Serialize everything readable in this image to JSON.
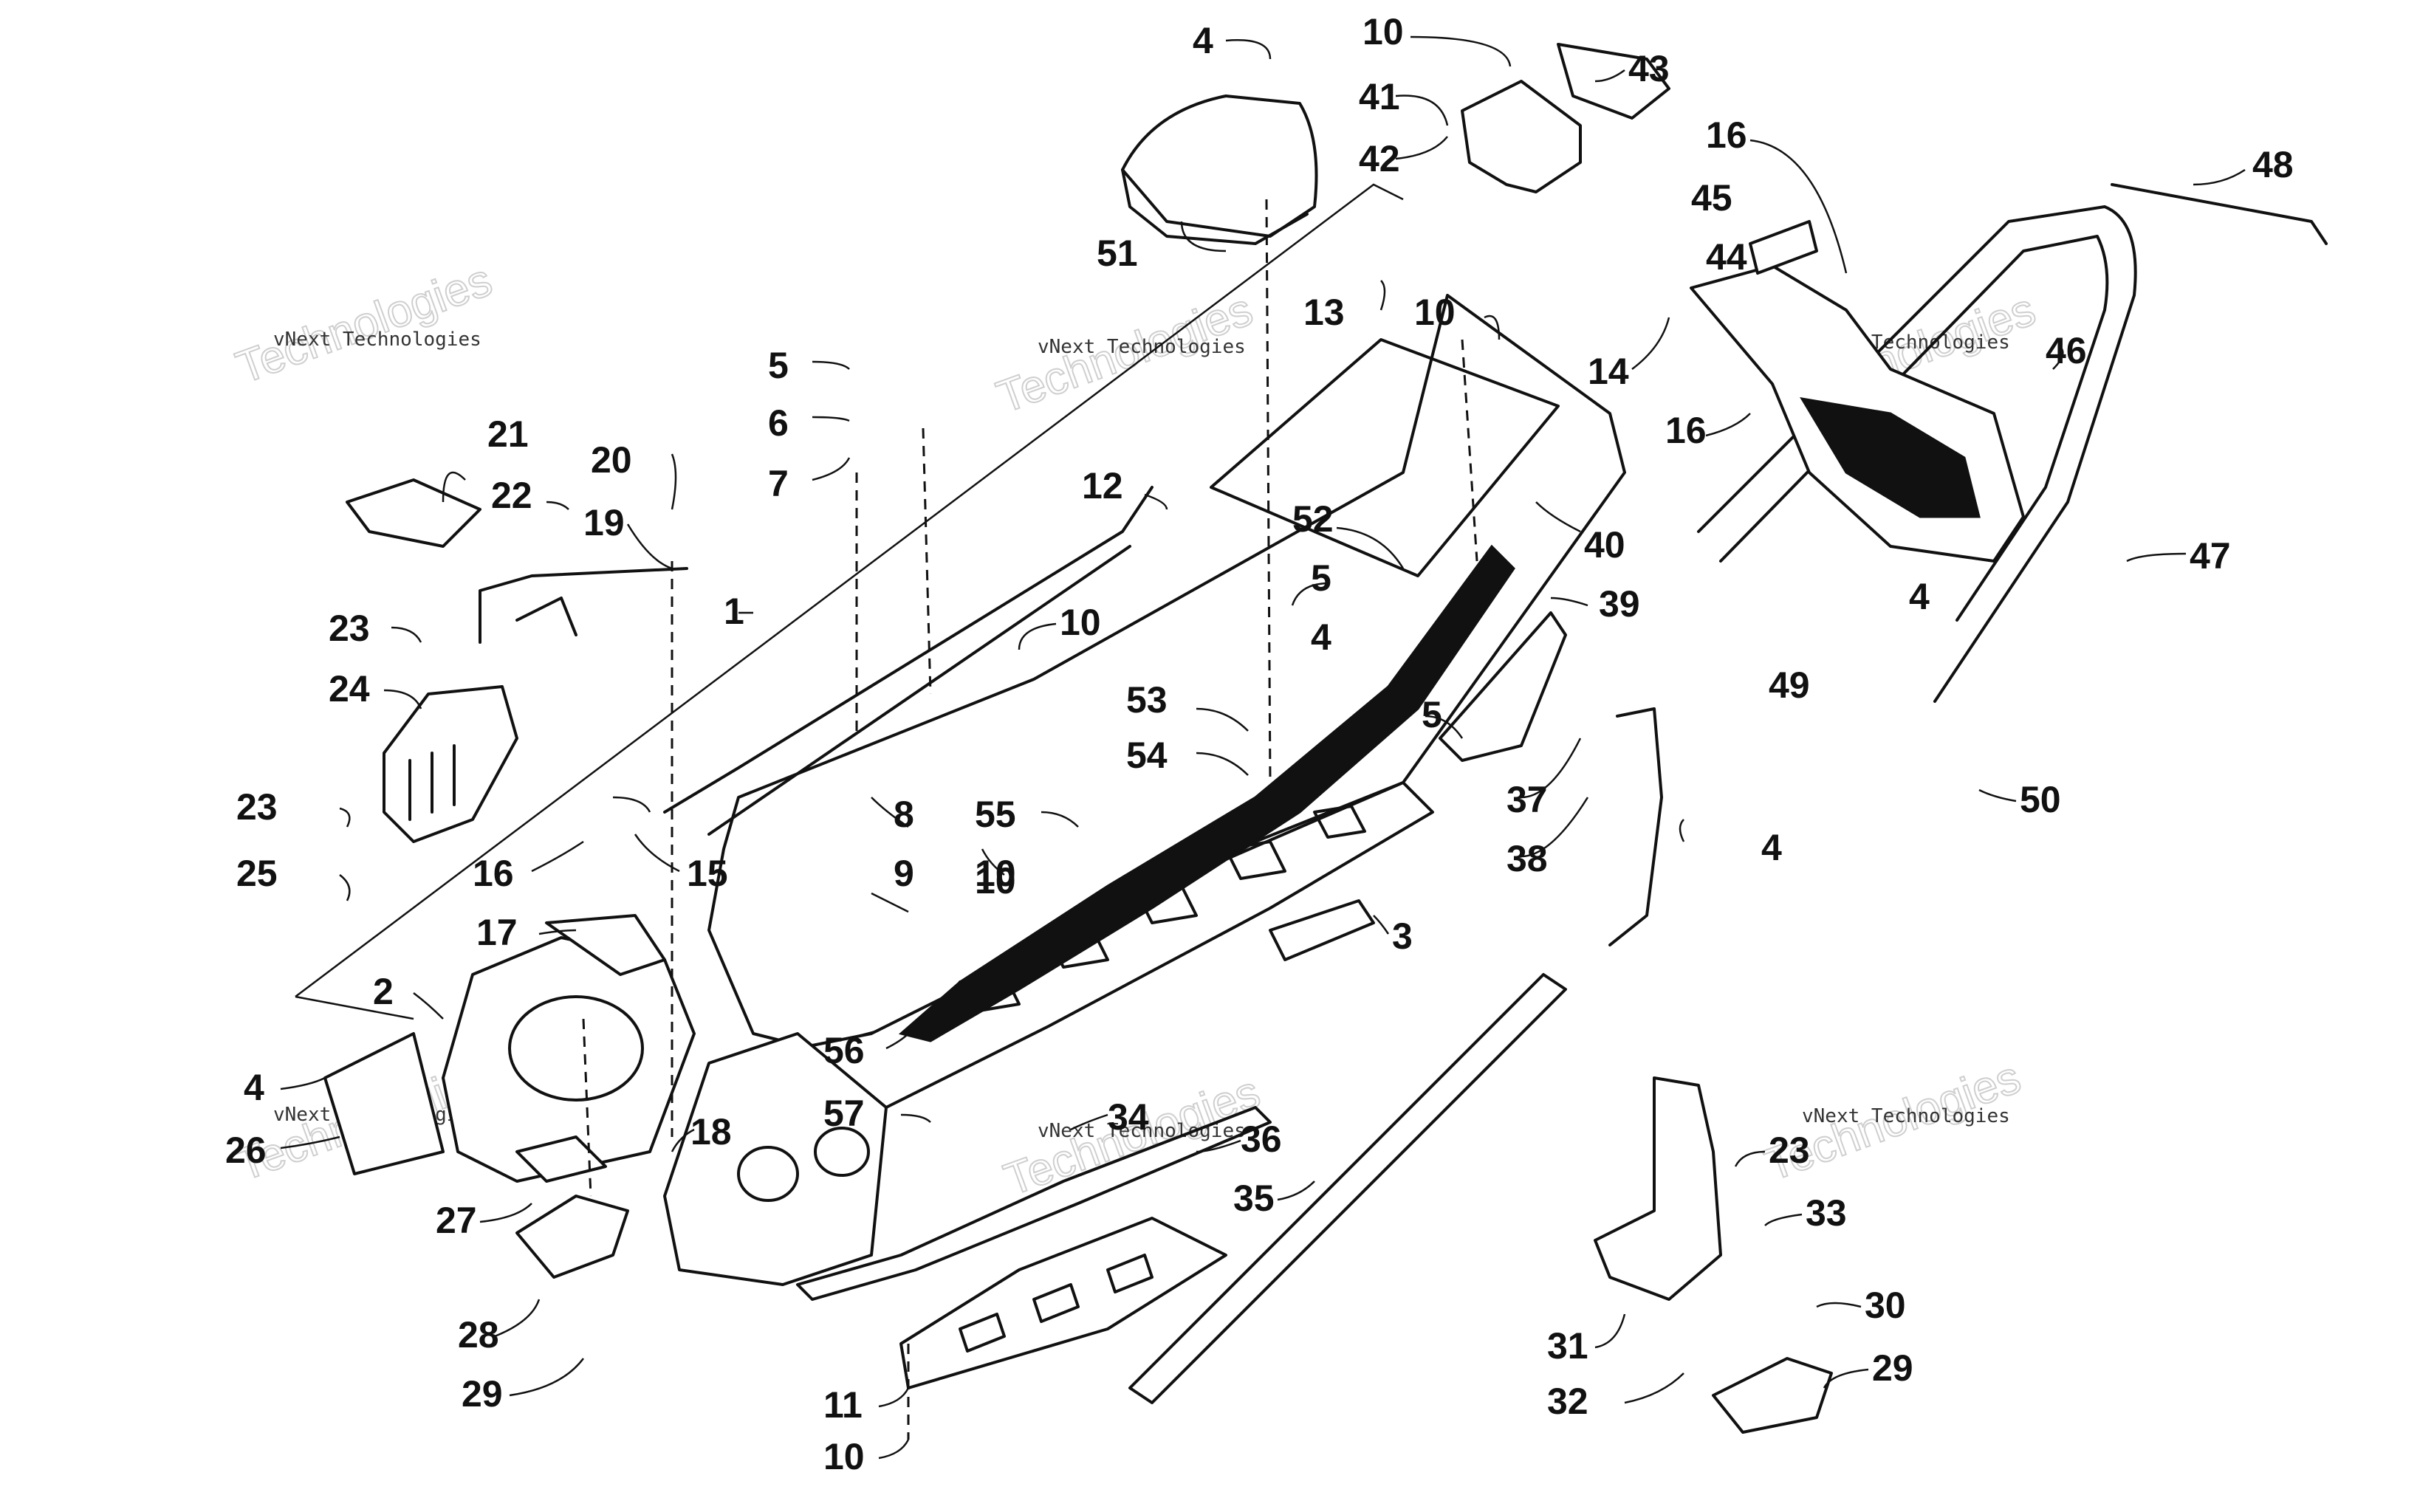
{
  "callouts": [
    "4",
    "10",
    "43",
    "41",
    "42",
    "16",
    "45",
    "44",
    "48",
    "46",
    "51",
    "13",
    "10",
    "14",
    "16",
    "5",
    "6",
    "7",
    "21",
    "22",
    "20",
    "19",
    "12",
    "52",
    "40",
    "5",
    "4",
    "39",
    "47",
    "4",
    "49",
    "1",
    "10",
    "23",
    "24",
    "53",
    "5",
    "54",
    "37",
    "23",
    "55",
    "8",
    "10",
    "50",
    "25",
    "16",
    "15",
    "9",
    "4",
    "10",
    "38",
    "17",
    "3",
    "2",
    "56",
    "4",
    "26",
    "18",
    "57",
    "34",
    "36",
    "27",
    "35",
    "23",
    "33",
    "28",
    "30",
    "31",
    "29",
    "29",
    "32",
    "11",
    "10"
  ],
  "watermark": {
    "small_text": "vNext Technologies",
    "big_text": "Technologies"
  }
}
